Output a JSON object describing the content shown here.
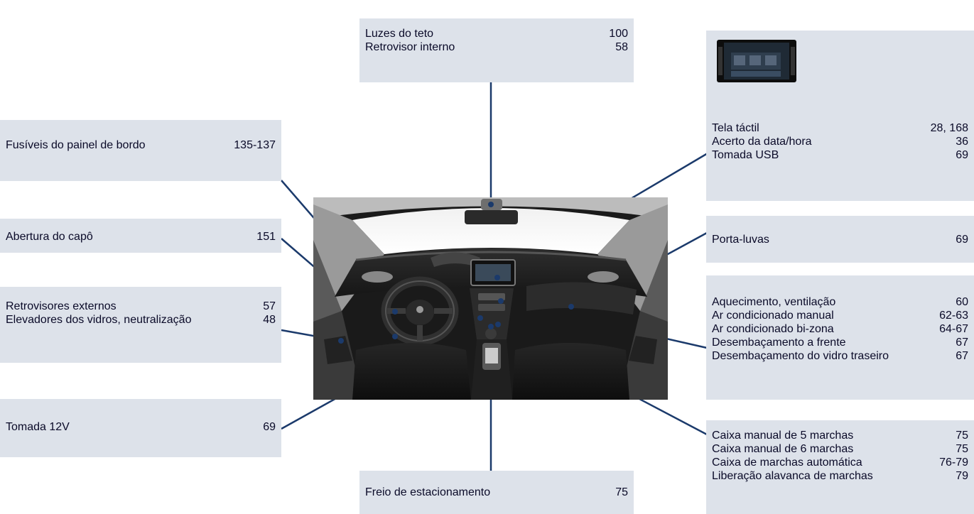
{
  "callouts": {
    "roof": {
      "rows": [
        {
          "label": "Luzes do teto",
          "page": "100"
        },
        {
          "label": "Retrovisor interno",
          "page": "58"
        }
      ]
    },
    "touchscreen": {
      "rows": [
        {
          "label": "Tela táctil",
          "page": "28, 168"
        },
        {
          "label": "Acerto da data/hora",
          "page": "36"
        },
        {
          "label": "Tomada USB",
          "page": "69"
        }
      ]
    },
    "fuses": {
      "rows": [
        {
          "label": "Fusíveis do painel de bordo",
          "page": "135-137"
        }
      ]
    },
    "bonnet": {
      "rows": [
        {
          "label": "Abertura do capô",
          "page": "151"
        }
      ]
    },
    "mirrors": {
      "rows": [
        {
          "label": "Retrovisores externos",
          "page": "57"
        },
        {
          "label": "Elevadores dos vidros, neutralização",
          "page": "48"
        }
      ]
    },
    "socket": {
      "rows": [
        {
          "label": "Tomada 12V",
          "page": "69"
        }
      ]
    },
    "glovebox": {
      "rows": [
        {
          "label": "Porta-luvas",
          "page": "69"
        }
      ]
    },
    "heating": {
      "rows": [
        {
          "label": "Aquecimento, ventilação",
          "page": "60"
        },
        {
          "label": "Ar condicionado manual",
          "page": "62-63"
        },
        {
          "label": "Ar condicionado bi-zona",
          "page": "64-67"
        },
        {
          "label": "Desembaçamento a frente",
          "page": "67"
        },
        {
          "label": "Desembaçamento do vidro traseiro",
          "page": "67"
        }
      ]
    },
    "gearbox": {
      "rows": [
        {
          "label": "Caixa manual de 5 marchas",
          "page": "75"
        },
        {
          "label": "Caixa manual de 6 marchas",
          "page": "75"
        },
        {
          "label": "Caixa de marchas automática",
          "page": "76-79"
        },
        {
          "label": "Liberação alavanca de marchas",
          "page": "79"
        }
      ]
    },
    "parking": {
      "rows": [
        {
          "label": "Freio de estacionamento",
          "page": "75"
        }
      ]
    }
  },
  "colors": {
    "box_bg": "#dde2ea",
    "leader": "#1b3a6b",
    "text": "#0a0a28"
  }
}
